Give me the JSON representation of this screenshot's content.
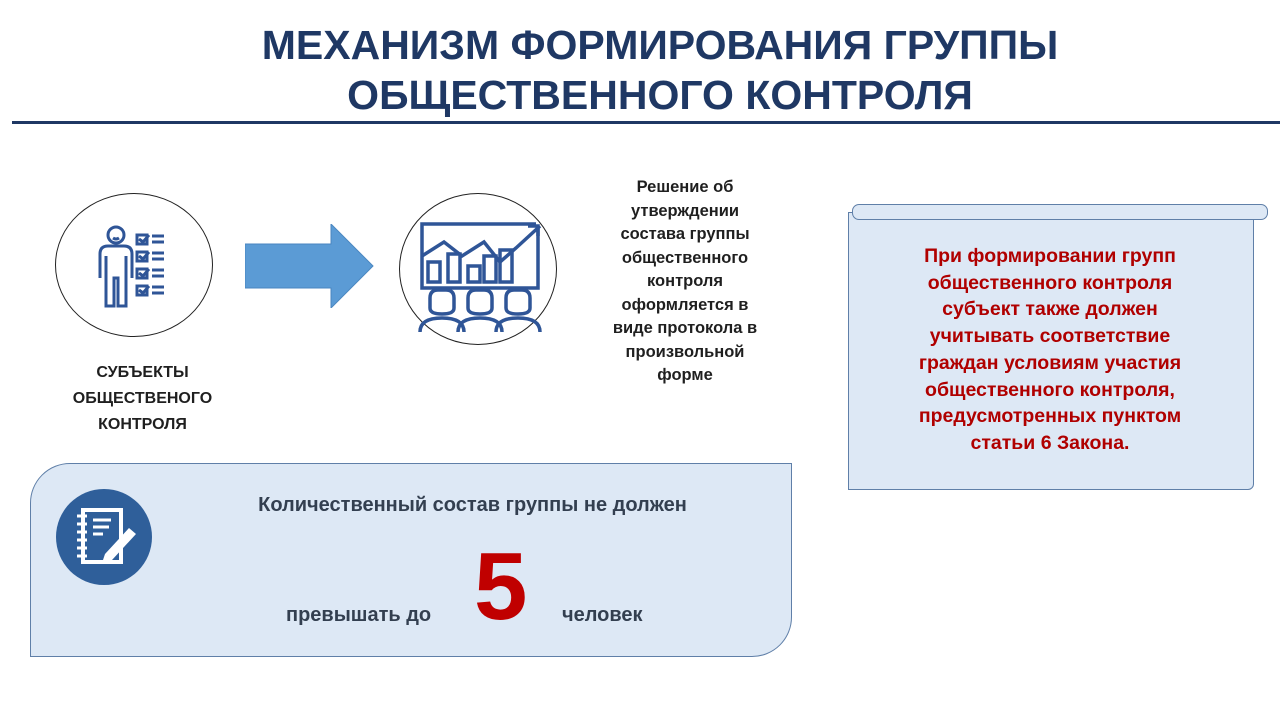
{
  "title": {
    "line1": "МЕХАНИЗМ ФОРМИРОВАНИЯ ГРУППЫ",
    "line2": "ОБЩЕСТВЕННОГО КОНТРОЛЯ"
  },
  "subjects": {
    "icon": "person-checklist-icon",
    "label_lines": [
      "СУБЪЕКТЫ",
      "ОБЩЕСТВЕНОГО",
      "КОНТРОЛЯ"
    ]
  },
  "arrow": {
    "icon": "arrow-right-icon",
    "color": "#5b9bd5"
  },
  "decision": {
    "icon": "group-chart-icon",
    "lines": [
      "Решение об",
      "утверждении",
      "состава группы",
      "общественного",
      "контроля",
      "оформляется в",
      "виде протокола в",
      "произвольной",
      "форме"
    ]
  },
  "note": {
    "color": "#b00000",
    "lines": [
      "При формировании групп",
      "общественного контроля",
      "субъект также должен",
      "учитывать соответствие",
      "граждан условиям участия",
      "общественного контроля,",
      "предусмотренных пунктом",
      "статьи  6 Закона."
    ]
  },
  "limit": {
    "icon": "notebook-pen-icon",
    "text": "Количественный состав группы не должен",
    "prefix": "превышать до",
    "number": "5",
    "suffix": "человек"
  }
}
